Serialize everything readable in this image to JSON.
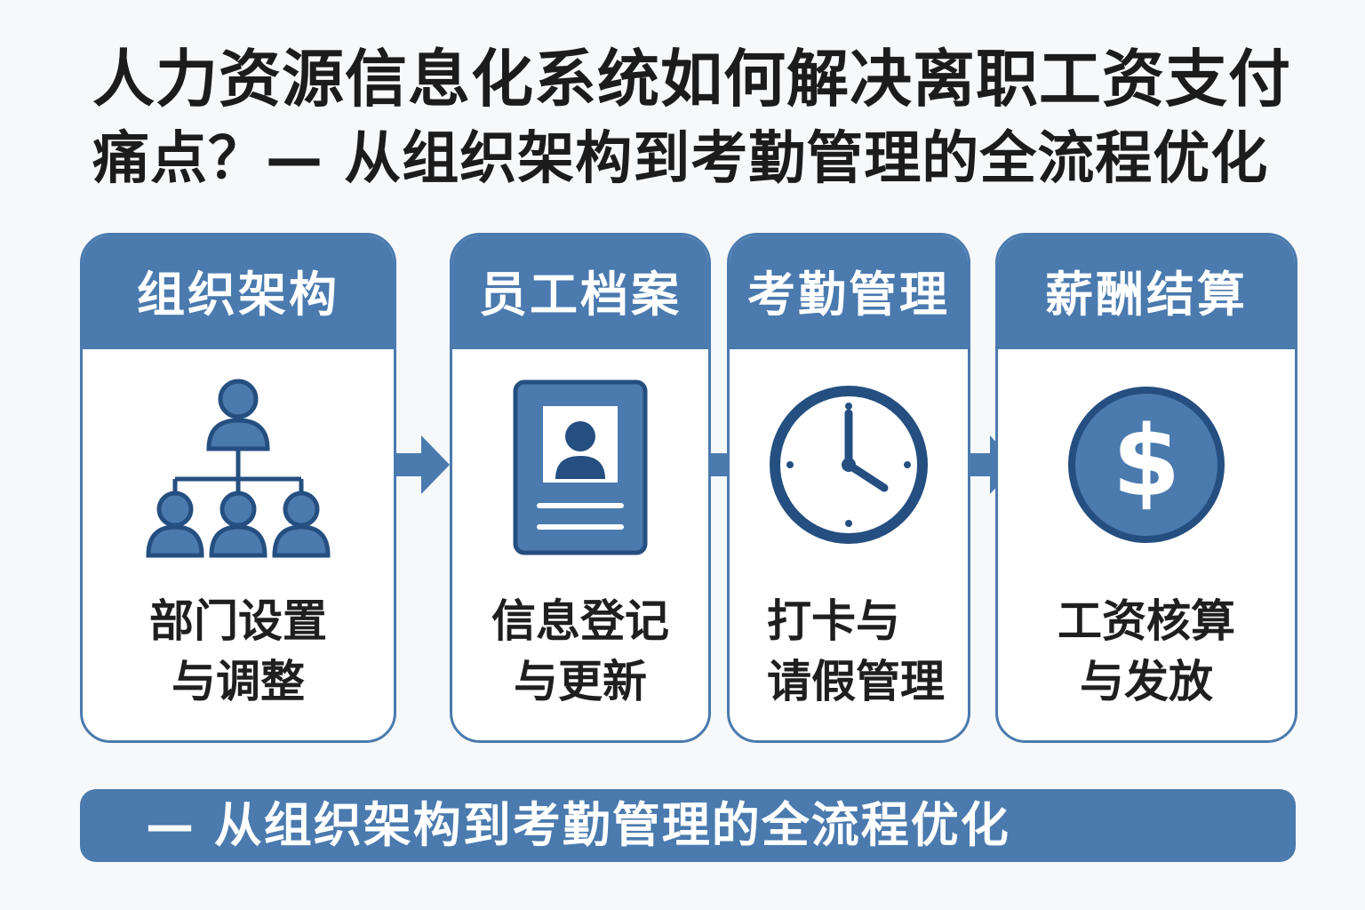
{
  "title": {
    "line1": "人力资源信息化系统如何解决离职工资支付",
    "line2": "痛点？— 从组织架构到考勤管理的全流程优化"
  },
  "steps": [
    {
      "header": "组织架构",
      "icon": "org-chart-icon",
      "desc_line1": "部门设置",
      "desc_line2": "与调整"
    },
    {
      "header": "员工档案",
      "icon": "id-card-icon",
      "desc_line1": "信息登记",
      "desc_line2": "与更新"
    },
    {
      "header": "考勤管理",
      "icon": "clock-icon",
      "desc_line1": "打卡与",
      "desc_line2": "请假管理"
    },
    {
      "header": "薪酬结算",
      "icon": "dollar-coin-icon",
      "desc_line1": "工资核算",
      "desc_line2": "与发放"
    }
  ],
  "banner": {
    "text": "— 从组织架构到考勤管理的全流程优化"
  },
  "colors": {
    "accent": "#4a7aae",
    "icon_dark": "#254f80",
    "background": "#f7f8f9",
    "text": "#1f1f1f"
  }
}
